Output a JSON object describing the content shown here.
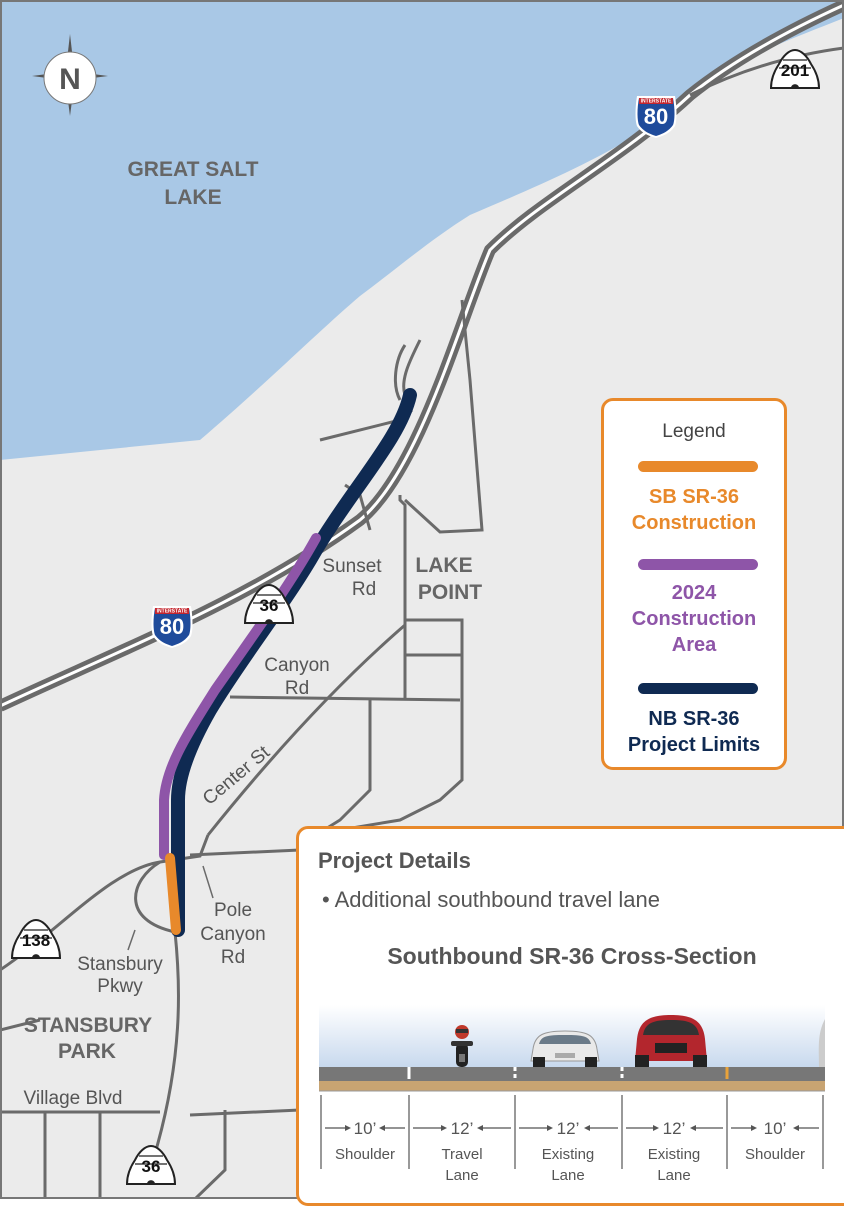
{
  "map": {
    "compass_letter": "N",
    "lake_label_line1": "GREAT SALT",
    "lake_label_line2": "LAKE",
    "town_lake_point_line1": "LAKE",
    "town_lake_point_line2": "POINT",
    "town_stansbury_line1": "STANSBURY",
    "town_stansbury_line2": "PARK",
    "roads": {
      "sunset_line1": "Sunset",
      "sunset_line2": "Rd",
      "canyon_line1": "Canyon",
      "canyon_line2": "Rd",
      "center": "Center St",
      "pole_line1": "Pole",
      "pole_line2": "Canyon",
      "pole_line3": "Rd",
      "stansbury_line1": "Stansbury",
      "stansbury_line2": "Pkwy",
      "village": "Village Blvd"
    },
    "shields": {
      "i80_top": "INTERSTATE",
      "i80": "80",
      "sr201": "201",
      "sr36": "36",
      "sr138": "138"
    },
    "colors": {
      "lake": "#a9c8e6",
      "land": "#ebebeb",
      "road": "#6a6a6a",
      "sb_construction": "#e8892b",
      "construction_2024": "#8e55a8",
      "nb_project": "#0f2a52"
    }
  },
  "legend": {
    "title": "Legend",
    "items": [
      {
        "line1": "SB SR-36",
        "line2": "Construction",
        "line3": "",
        "color": "#e8892b"
      },
      {
        "line1": "2024",
        "line2": "Construction",
        "line3": "Area",
        "color": "#8e55a8"
      },
      {
        "line1": "NB SR-36",
        "line2": "Project Limits",
        "line3": "",
        "color": "#0f2a52"
      }
    ]
  },
  "details": {
    "title": "Project Details",
    "bullet": "• Additional southbound travel lane",
    "cross_section_title": "Southbound SR-36 Cross-Section",
    "lanes": [
      {
        "width": "10’",
        "line1": "Shoulder",
        "line2": ""
      },
      {
        "width": "12’",
        "line1": "Travel",
        "line2": "Lane"
      },
      {
        "width": "12’",
        "line1": "Existing",
        "line2": "Lane"
      },
      {
        "width": "12’",
        "line1": "Existing",
        "line2": "Lane"
      },
      {
        "width": "10’",
        "line1": "Shoulder",
        "line2": ""
      }
    ]
  }
}
